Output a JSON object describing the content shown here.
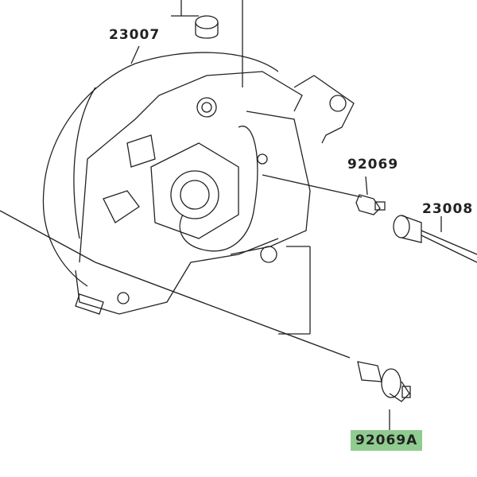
{
  "labels": {
    "housing": "23007",
    "bulb_small": "92069",
    "socket": "23008",
    "bulb_main": "92069A"
  },
  "colors": {
    "highlight": "#90cc90",
    "line": "#222222"
  }
}
